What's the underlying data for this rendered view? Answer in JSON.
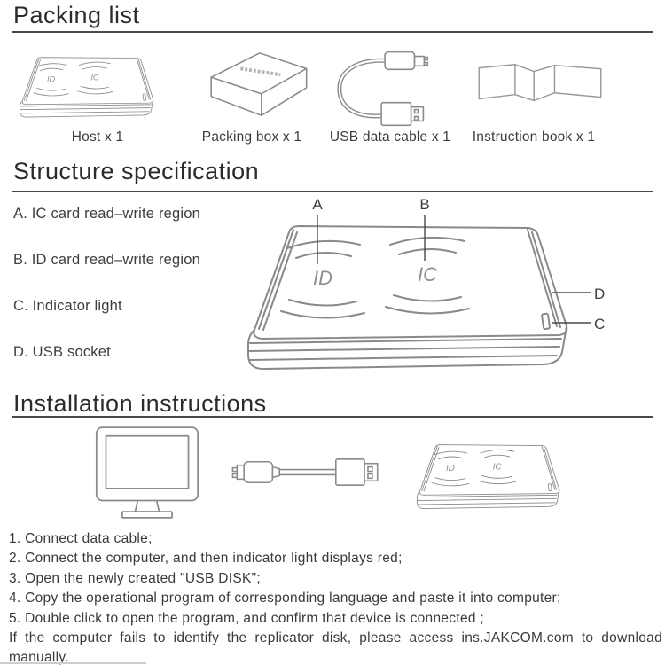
{
  "colors": {
    "line": "#8a8a8a",
    "text": "#3d3d3d",
    "heading": "#2b2b2b",
    "rule": "#4a4a4a"
  },
  "packing": {
    "title": "Packing list",
    "items": [
      {
        "caption": "Host x 1"
      },
      {
        "caption": "Packing box x 1"
      },
      {
        "caption": "USB data cable x 1"
      },
      {
        "caption": "Instruction book x 1"
      }
    ]
  },
  "structure": {
    "title": "Structure specification",
    "labels": [
      "A. IC card read–write region",
      "B. ID card read–write region",
      "C. Indicator light",
      "D. USB socket"
    ],
    "callouts": {
      "a": "A",
      "b": "B",
      "c": "C",
      "d": "D"
    },
    "marks": {
      "left": "ID",
      "right": "IC"
    }
  },
  "installation": {
    "title": "Installation instructions",
    "steps": [
      "1. Connect data cable;",
      "2. Connect the computer, and then indicator light displays red;",
      "3. Open the newly created \"USB DISK\";",
      "4. Copy the operational program of corresponding language and paste it into computer;",
      "5. Double click to open the program, and confirm that device is connected ;"
    ],
    "note": "If the computer fails to identify the replicator disk, please access ins.JAKCOM.com to download manually."
  }
}
